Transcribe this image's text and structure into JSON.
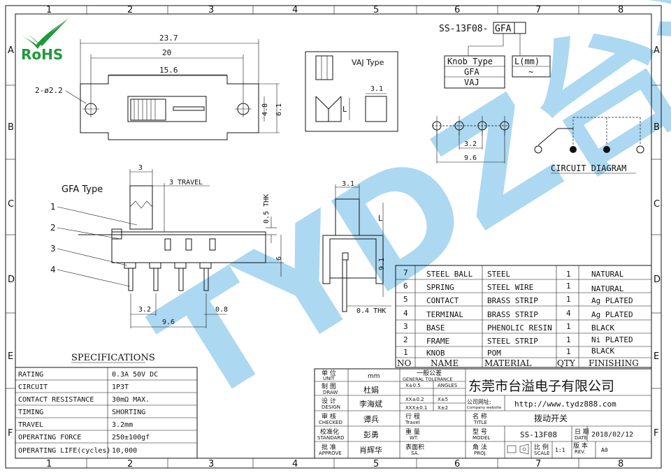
{
  "frame": {
    "columns": [
      "1",
      "2",
      "3",
      "4",
      "5",
      "6",
      "7",
      "8"
    ],
    "rows": [
      "A",
      "B",
      "C",
      "D",
      "E",
      "F"
    ]
  },
  "logo": {
    "text": "RoHS"
  },
  "watermark": {
    "text": "TYDZ台溢"
  },
  "part_number": {
    "prefix": "SS-13F08-",
    "code": "GFA"
  },
  "knob_table": {
    "header": "Knob Type",
    "options": [
      "GFA",
      "VAJ"
    ]
  },
  "length_table": {
    "header": "L(mm)",
    "value": "~"
  },
  "top_view": {
    "dim_overall": "23.7",
    "dim_holes": "20",
    "dim_body": "15.6",
    "dim_hole_label": "2-ø2.2",
    "dim_height1": "4.8",
    "dim_height2": "6.1"
  },
  "vaj": {
    "title": "VAJ Type",
    "dim_width": "3.1",
    "dim_l": "L"
  },
  "pcb": {
    "dim_pitch": "3.2",
    "dim_span": "9.6"
  },
  "circuit": {
    "title": "CIRCUIT  DIAGRAM"
  },
  "gfa": {
    "title": "GFA Type",
    "dim_knob": "3",
    "travel": "3  TRAVEL",
    "thickness": "0.5  THK",
    "dim_six": "6",
    "dim_pitch": "3.2",
    "dim_span": "9.6",
    "dim_pin": "0.8",
    "callouts": [
      "1",
      "2",
      "3",
      "4"
    ]
  },
  "side_view": {
    "dim_width": "3.1",
    "dim_l": "L",
    "dim_height": "9.1",
    "thickness": "0.4  THK"
  },
  "bom": {
    "headers": [
      "NO",
      "NAME",
      "MATERIAL",
      "QTY",
      "FINISHING"
    ],
    "rows": [
      {
        "no": "7",
        "name": "STEEL BALL",
        "material": "STEEL",
        "qty": "1",
        "finish": "NATURAL"
      },
      {
        "no": "6",
        "name": "SPRING",
        "material": "STEEL WIRE",
        "qty": "1",
        "finish": "NATURAL"
      },
      {
        "no": "5",
        "name": "CONTACT",
        "material": "BRASS STRIP",
        "qty": "1",
        "finish": "Ag PLATED"
      },
      {
        "no": "4",
        "name": "TERMINAL",
        "material": "BRASS STRIP",
        "qty": "4",
        "finish": "Ag PLATED"
      },
      {
        "no": "3",
        "name": "BASE",
        "material": "PHENOLIC RESIN",
        "qty": "1",
        "finish": "BLACK"
      },
      {
        "no": "2",
        "name": "FRAME",
        "material": "STEEL STRIP",
        "qty": "1",
        "finish": "Ni PLATED"
      },
      {
        "no": "1",
        "name": "KNOB",
        "material": "POM",
        "qty": "1",
        "finish": "BLACK"
      }
    ]
  },
  "specs": {
    "title": "SPECIFICATIONS",
    "rows": [
      {
        "label": "RATING",
        "value": "0.3A 50V DC"
      },
      {
        "label": "CIRCUIT",
        "value": "1P3T"
      },
      {
        "label": "CONTACT RESISTANCE",
        "value": "30mΩ MAX."
      },
      {
        "label": "TIMING",
        "value": "SHORTING"
      },
      {
        "label": "TRAVEL",
        "value": "3.2mm"
      },
      {
        "label": "OPERATING FORCE",
        "value": "250±100gf"
      },
      {
        "label": "OPERATING LIFE(cycles)",
        "value": "10,000"
      }
    ]
  },
  "title_block": {
    "unit_cn": "单 位",
    "unit_en": "UNIT",
    "unit_val": "mm",
    "tol_cn": "一般公差",
    "tol_en": "GENERAL TOLERANCE",
    "tol": [
      "X±0.5",
      "ANGLES",
      "XX±0.2",
      "X±5",
      "XXX±0.1",
      "X±2"
    ],
    "draw_cn": "制 图",
    "draw_en": "DRAW",
    "draw_val": "杜娟",
    "design_cn": "设 计",
    "design_en": "DESIGN",
    "design_val": "李海斌",
    "check_cn": "审 核",
    "check_en": "CHECKED",
    "check_val": "谭兵",
    "std_cn": "校准化",
    "std_en": "STANDARD",
    "std_val": "彭勇",
    "appr_cn": "批 准",
    "appr_en": "APPROVE",
    "appr_val": "肖辉华",
    "travel_cn": "行 程",
    "travel_en": "Travel",
    "wt_cn": "重 量",
    "wt_en": "WT.",
    "sa_cn": "表面积",
    "sa_en": "SA.",
    "company": "东莞市台溢电子有限公司",
    "web_cn": "公司网址:",
    "web_en": "Company website",
    "website": "http://www.tydz888.com",
    "title_cn": "名 称",
    "title_en": "TITLE",
    "title_val": "拨动开关",
    "model_cn": "型 号",
    "model_en": "MODEL",
    "model_val": "SS-13F08",
    "date_cn": "日 期",
    "date_en": "DATE",
    "date_val": "2018/02/12",
    "proj_cn": "角 法",
    "proj_en": "PROJ.",
    "scale_cn": "比 例",
    "scale_en": "SCALE",
    "scale_val": "1:1",
    "rev_cn": "版 本",
    "rev_en": "REV.",
    "rev_val": "A0"
  },
  "colors": {
    "watermark": "#7ec3ea",
    "logo_green": "#1f9a3a",
    "line": "#111111"
  }
}
